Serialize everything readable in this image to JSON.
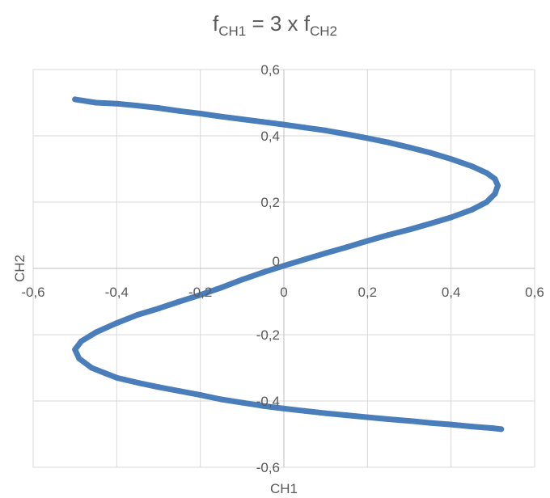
{
  "chart_data": {
    "type": "scatter",
    "title": {
      "f1": "f",
      "sub1": "CH1",
      "middle": " = 3 x ",
      "f2": "f",
      "sub2": "CH2"
    },
    "xlabel": "CH1",
    "ylabel": "CH2",
    "xlim": [
      -0.6,
      0.6
    ],
    "ylim": [
      -0.6,
      0.6
    ],
    "xticks": [
      -0.6,
      -0.4,
      -0.2,
      0,
      0.2,
      0.4,
      0.6
    ],
    "yticks": [
      -0.6,
      -0.4,
      -0.2,
      0,
      0.2,
      0.4,
      0.6
    ],
    "xtick_labels": [
      "-0,6",
      "-0,4",
      "-0,2",
      "0",
      "0,2",
      "0,4",
      "0,6"
    ],
    "ytick_labels": [
      "-0,6",
      "-0,4",
      "-0,2",
      "0",
      "0,2",
      "0,4",
      "0,6"
    ],
    "grid": true,
    "series": [
      {
        "color": "#4a7ebb",
        "points": [
          [
            -0.5,
            0.51
          ],
          [
            -0.45,
            0.5
          ],
          [
            -0.4,
            0.497
          ],
          [
            -0.35,
            0.491
          ],
          [
            -0.3,
            0.484
          ],
          [
            -0.25,
            0.475
          ],
          [
            -0.2,
            0.467
          ],
          [
            -0.15,
            0.458
          ],
          [
            -0.1,
            0.45
          ],
          [
            -0.05,
            0.442
          ],
          [
            0.0,
            0.434
          ],
          [
            0.05,
            0.425
          ],
          [
            0.1,
            0.416
          ],
          [
            0.15,
            0.405
          ],
          [
            0.2,
            0.393
          ],
          [
            0.25,
            0.38
          ],
          [
            0.3,
            0.365
          ],
          [
            0.35,
            0.349
          ],
          [
            0.4,
            0.33
          ],
          [
            0.45,
            0.308
          ],
          [
            0.485,
            0.288
          ],
          [
            0.505,
            0.27
          ],
          [
            0.512,
            0.25
          ],
          [
            0.505,
            0.225
          ],
          [
            0.485,
            0.2
          ],
          [
            0.45,
            0.177
          ],
          [
            0.4,
            0.154
          ],
          [
            0.35,
            0.135
          ],
          [
            0.3,
            0.117
          ],
          [
            0.25,
            0.101
          ],
          [
            0.2,
            0.083
          ],
          [
            0.15,
            0.064
          ],
          [
            0.1,
            0.046
          ],
          [
            0.05,
            0.027
          ],
          [
            0.0,
            0.008
          ],
          [
            -0.05,
            -0.012
          ],
          [
            -0.1,
            -0.034
          ],
          [
            -0.15,
            -0.058
          ],
          [
            -0.2,
            -0.08
          ],
          [
            -0.25,
            -0.1
          ],
          [
            -0.3,
            -0.121
          ],
          [
            -0.35,
            -0.14
          ],
          [
            -0.4,
            -0.165
          ],
          [
            -0.45,
            -0.193
          ],
          [
            -0.485,
            -0.22
          ],
          [
            -0.5,
            -0.245
          ],
          [
            -0.49,
            -0.272
          ],
          [
            -0.46,
            -0.3
          ],
          [
            -0.4,
            -0.33
          ],
          [
            -0.35,
            -0.345
          ],
          [
            -0.3,
            -0.358
          ],
          [
            -0.25,
            -0.37
          ],
          [
            -0.2,
            -0.382
          ],
          [
            -0.15,
            -0.395
          ],
          [
            -0.1,
            -0.405
          ],
          [
            -0.05,
            -0.415
          ],
          [
            0.0,
            -0.423
          ],
          [
            0.05,
            -0.43
          ],
          [
            0.1,
            -0.437
          ],
          [
            0.15,
            -0.443
          ],
          [
            0.2,
            -0.449
          ],
          [
            0.25,
            -0.455
          ],
          [
            0.3,
            -0.46
          ],
          [
            0.35,
            -0.466
          ],
          [
            0.4,
            -0.471
          ],
          [
            0.45,
            -0.477
          ],
          [
            0.5,
            -0.482
          ],
          [
            0.52,
            -0.485
          ]
        ]
      }
    ]
  }
}
